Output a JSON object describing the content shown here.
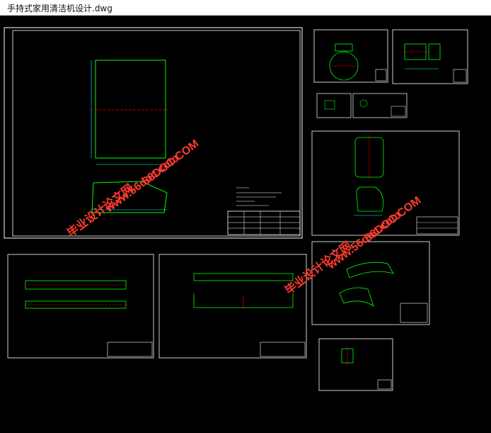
{
  "window": {
    "title": "手持式家用清洁机设计.dwg"
  },
  "watermarks": {
    "site_text": "www.56doc.com",
    "site_text_alt": "56DOC.COM",
    "cn_text": "毕业设计论文网"
  },
  "colors": {
    "background": "#000000",
    "sheet_border": "#ffffff",
    "geometry": "#00ff00",
    "centerline": "#ff0000",
    "dimension": "#00ffff",
    "watermark": "#ff3b2f"
  },
  "icons": {
    "none": "none"
  }
}
